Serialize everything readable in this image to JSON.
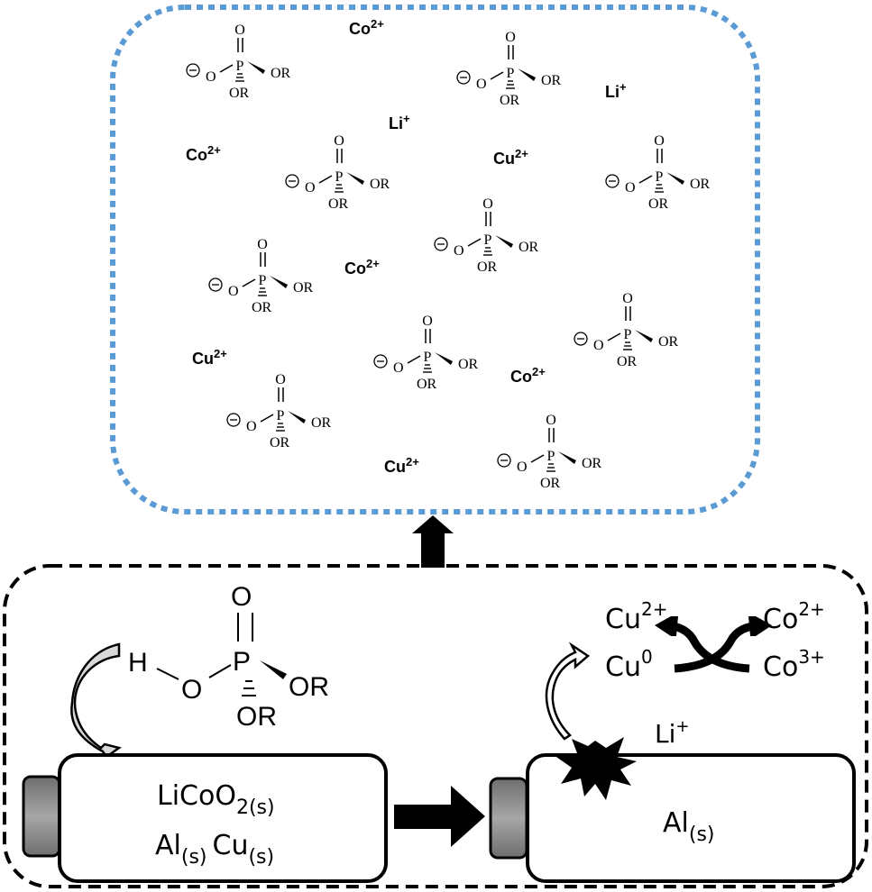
{
  "solution_box": {
    "border_color": "#5b9bd5",
    "molecule_labels": {
      "double_o": "O",
      "p": "P",
      "o_minus": "O",
      "or": "OR",
      "charge": "−"
    },
    "ions": [
      {
        "base": "Co",
        "charge": "2+"
      },
      {
        "base": "Li",
        "charge": "+"
      },
      {
        "base": "Co",
        "charge": "2+"
      },
      {
        "base": "Li",
        "charge": "+"
      },
      {
        "base": "Cu",
        "charge": "2+"
      },
      {
        "base": "Co",
        "charge": "2+"
      },
      {
        "base": "Cu",
        "charge": "2+"
      },
      {
        "base": "Co",
        "charge": "2+"
      },
      {
        "base": "Cu",
        "charge": "2+"
      }
    ]
  },
  "process_box": {
    "border_color": "#000000",
    "acid_molecule": {
      "h": "H",
      "o": "O",
      "p": "P",
      "double_o": "O",
      "or1": "OR",
      "or2": "OR"
    },
    "battery_left": {
      "line1_base": "LiCoO",
      "line1_sub": "2(s)",
      "line2_a": "Al",
      "line2_a_sub": "(s)",
      "line2_b": "Cu",
      "line2_b_sub": "(s)"
    },
    "battery_right": {
      "label_base": "Al",
      "label_sub": "(s)"
    },
    "redox": {
      "cu_top": "Cu",
      "cu_top_sup": "2+",
      "cu_bottom": "Cu",
      "cu_bottom_sup": "0",
      "co_top": "Co",
      "co_top_sup": "2+",
      "co_bottom": "Co",
      "co_bottom_sup": "3+"
    },
    "li_ion": {
      "base": "Li",
      "sup": "+"
    }
  },
  "colors": {
    "cap_fill": "#8c8c8c",
    "arrow_fill_gray": "#d9d9d9"
  }
}
